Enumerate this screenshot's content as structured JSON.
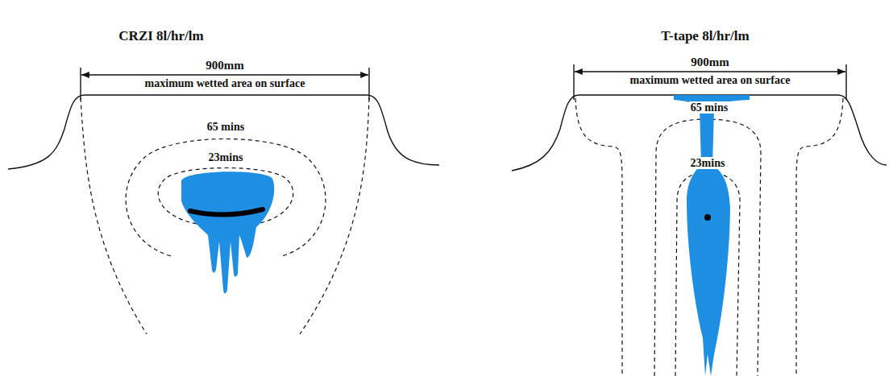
{
  "diagram": {
    "labels": [
      "CRZI 8l/hr/lm",
      "900mm",
      "maximum wetted area on surface",
      "65 mins",
      "23mins",
      "T-tape 8l/hr/lm",
      "900mm",
      "maximum wetted area on surface",
      "65 mins",
      "23mins"
    ]
  }
}
